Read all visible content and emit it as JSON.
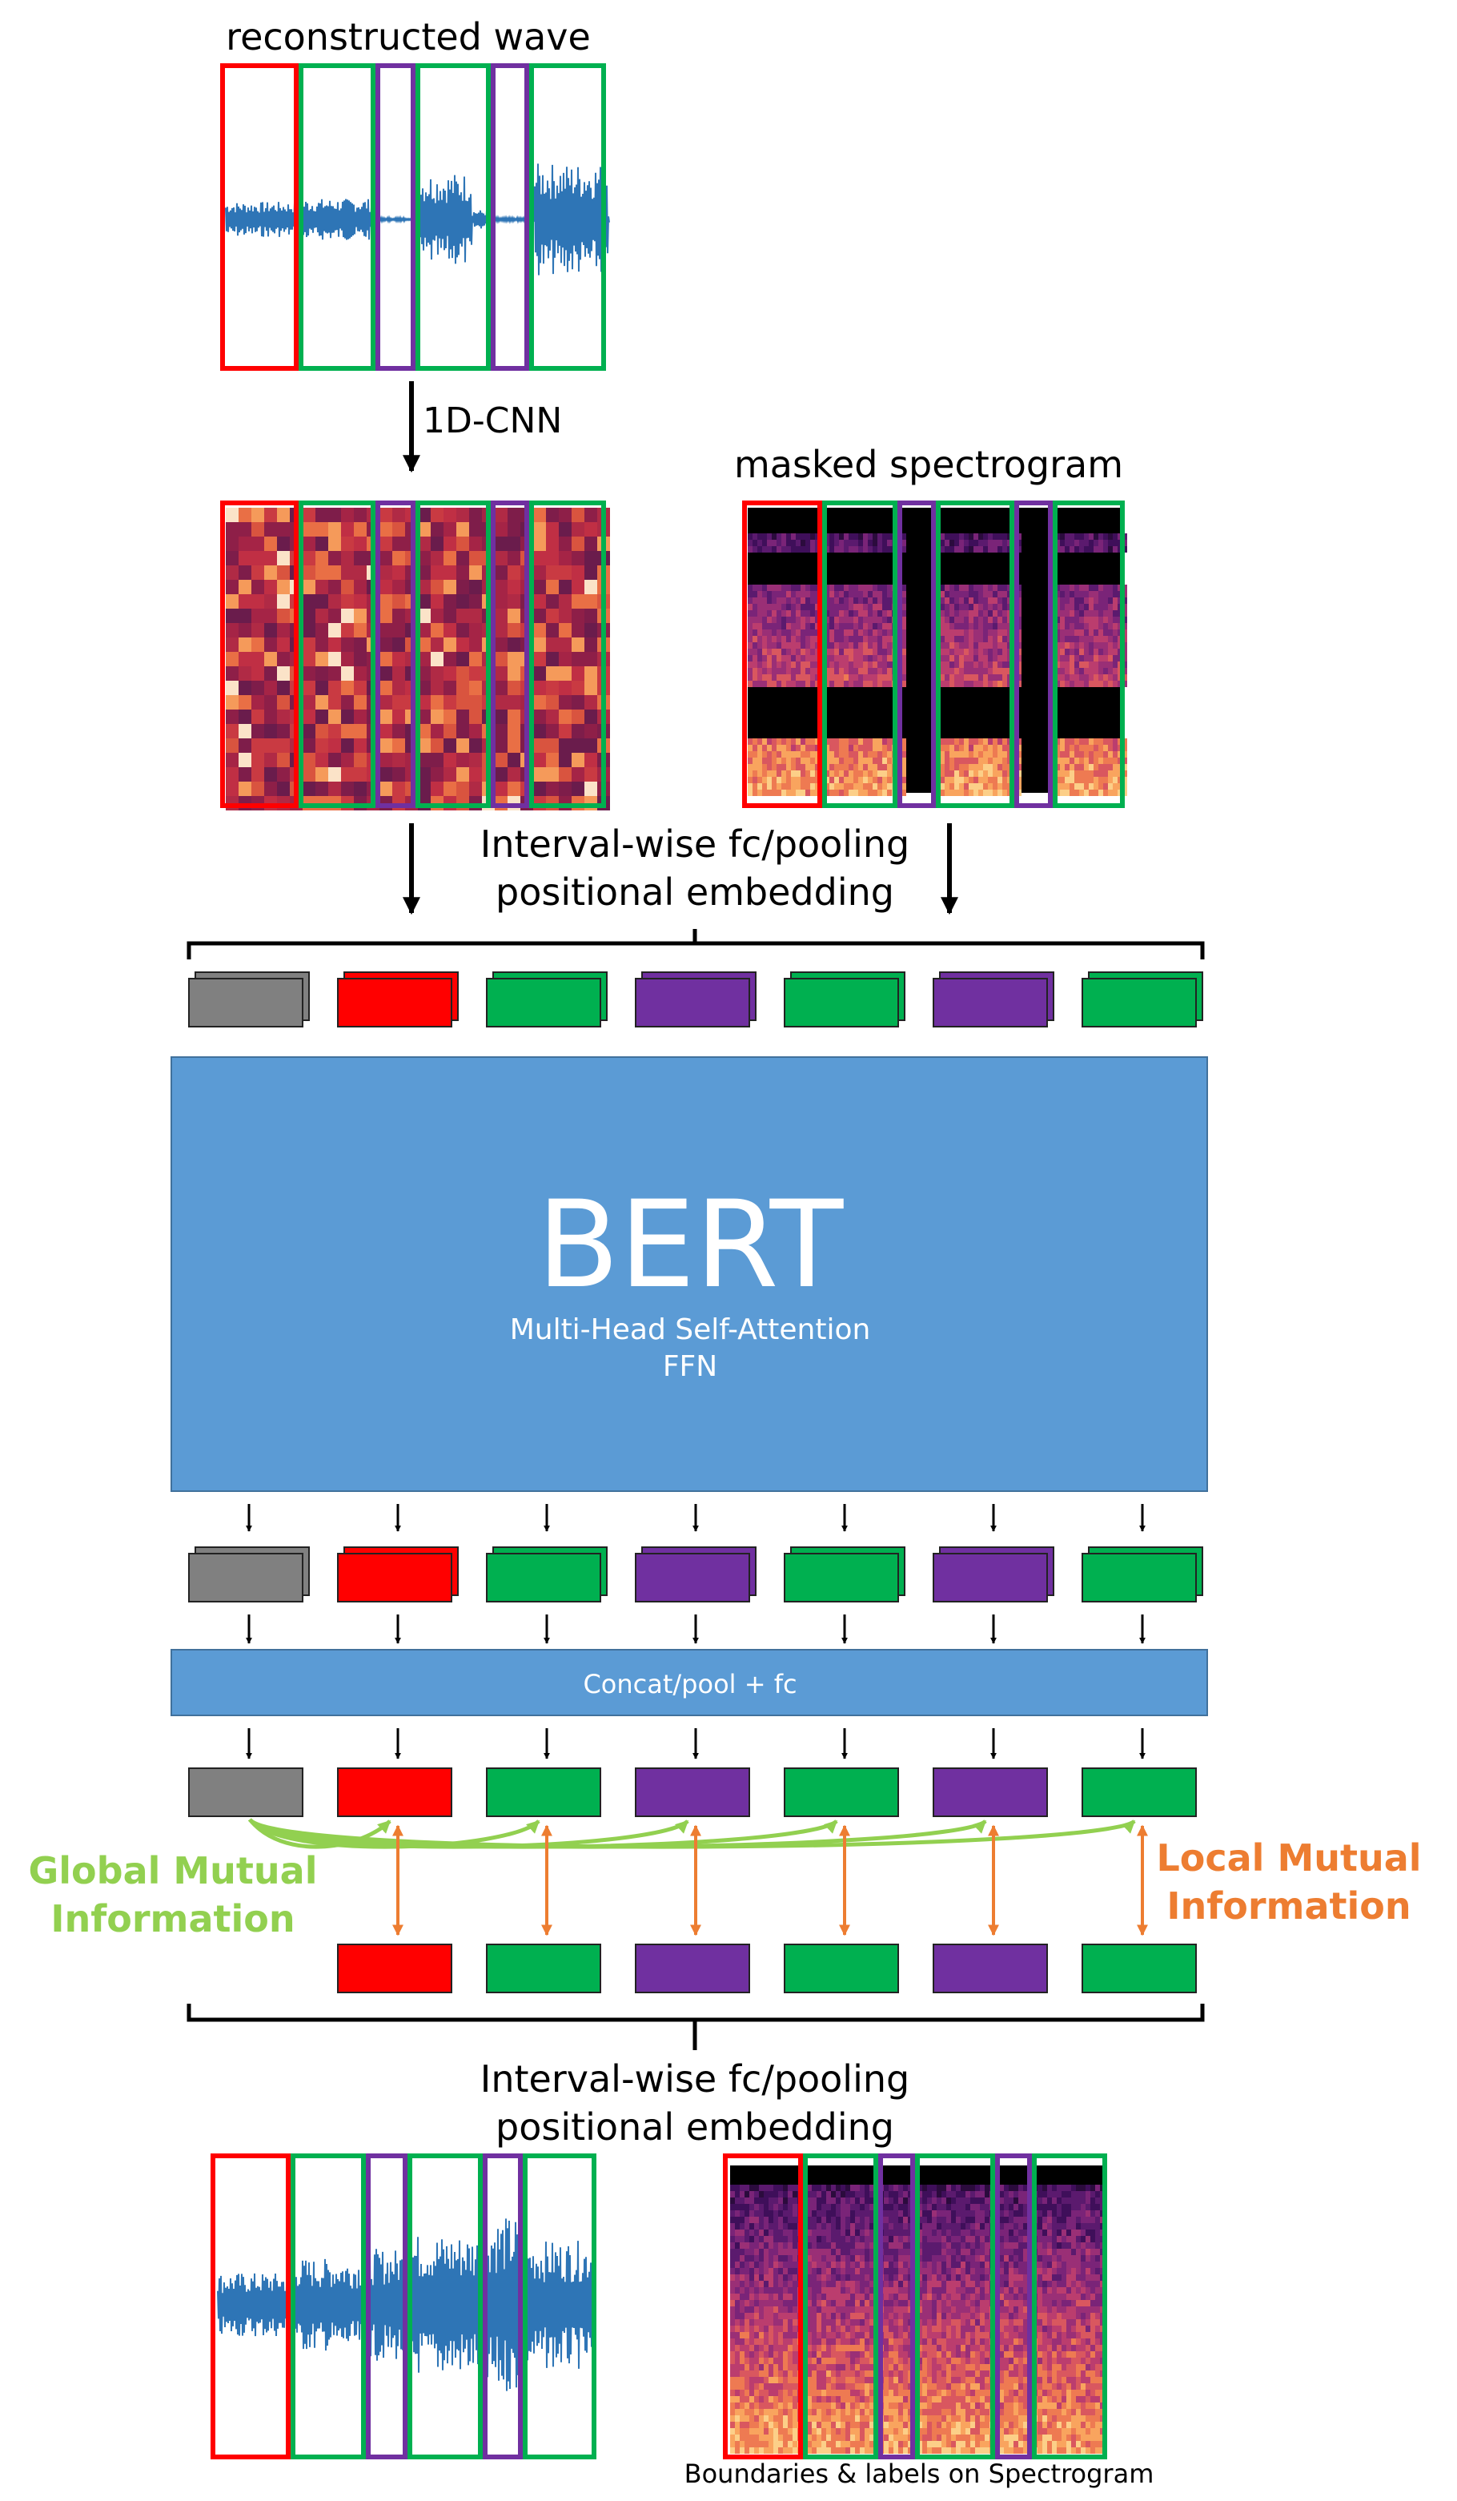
{
  "labels": {
    "reconstructed_wave": "reconstructed wave",
    "cnn": "1D-CNN",
    "masked_spectrogram": "masked spectrogram",
    "interval_top_line1": "Interval-wise fc/pooling",
    "interval_top_line2": "positional embedding",
    "bert_title": "BERT",
    "bert_sub1": "Multi-Head Self-Attention",
    "bert_sub2": "FFN",
    "concat": "Concat/pool + fc",
    "global_line1": "Global Mutual",
    "global_line2": "Information",
    "local_line1": "Local Mutual",
    "local_line2": "Information",
    "interval_bottom_line1": "Interval-wise fc/pooling",
    "interval_bottom_line2": "positional embedding",
    "boundaries": "Boundaries & labels on Spectrogram"
  },
  "token_sequence": [
    "cls",
    "red",
    "green",
    "purple",
    "green",
    "purple",
    "green"
  ],
  "colors": {
    "cls": "#808080",
    "red": "#ff0000",
    "green": "#00b050",
    "purple": "#7030a0",
    "bert": "#5b9bd5",
    "wave": "#2e75b6",
    "global": "#92d050",
    "local": "#ed7d31",
    "interval_red": "#ff0000",
    "interval_green": "#00b050",
    "interval_purple": "#7030a0"
  }
}
